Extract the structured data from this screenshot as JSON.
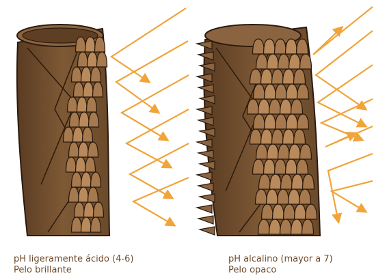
{
  "left_panel": {
    "line1": "pH ligeramente ácido (4-6)",
    "line2": "Pelo brillante"
  },
  "right_panel": {
    "line1": "pH alcalino (mayor a 7)",
    "line2": "Pelo opaco"
  },
  "colors": {
    "hair_dark": "#6b4a2c",
    "hair_mid": "#8a6440",
    "scale_light": "#b98a5c",
    "outline": "#2b1a0e",
    "light_ray": "#f0a43a",
    "caption": "#6e4a2a"
  }
}
